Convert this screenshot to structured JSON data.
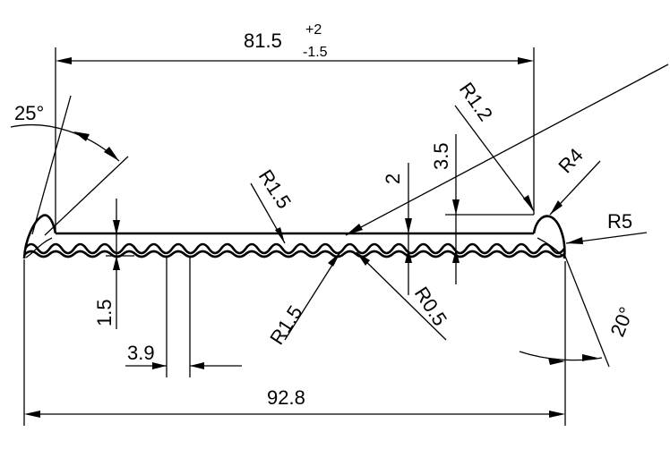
{
  "drawing": {
    "colors": {
      "line": "#000000",
      "background": "#ffffff"
    },
    "dimensions": {
      "overall_inner_width": {
        "value": "81.5",
        "tol_upper": "+2",
        "tol_lower": "-1.5"
      },
      "overall_outer_width": "92.8",
      "left_angle": "25°",
      "right_angle": "20°",
      "radius_r1_2": "R1.2",
      "radius_r4": "R4",
      "radius_r5": "R5",
      "radius_r1_5_top": "R1.5",
      "radius_r1_5_bottom": "R1.5",
      "radius_r0_5": "R0.5",
      "depth_2": "2",
      "height_3_5": "3.5",
      "height_1_5": "1.5",
      "pitch_3_9": "3.9"
    }
  }
}
